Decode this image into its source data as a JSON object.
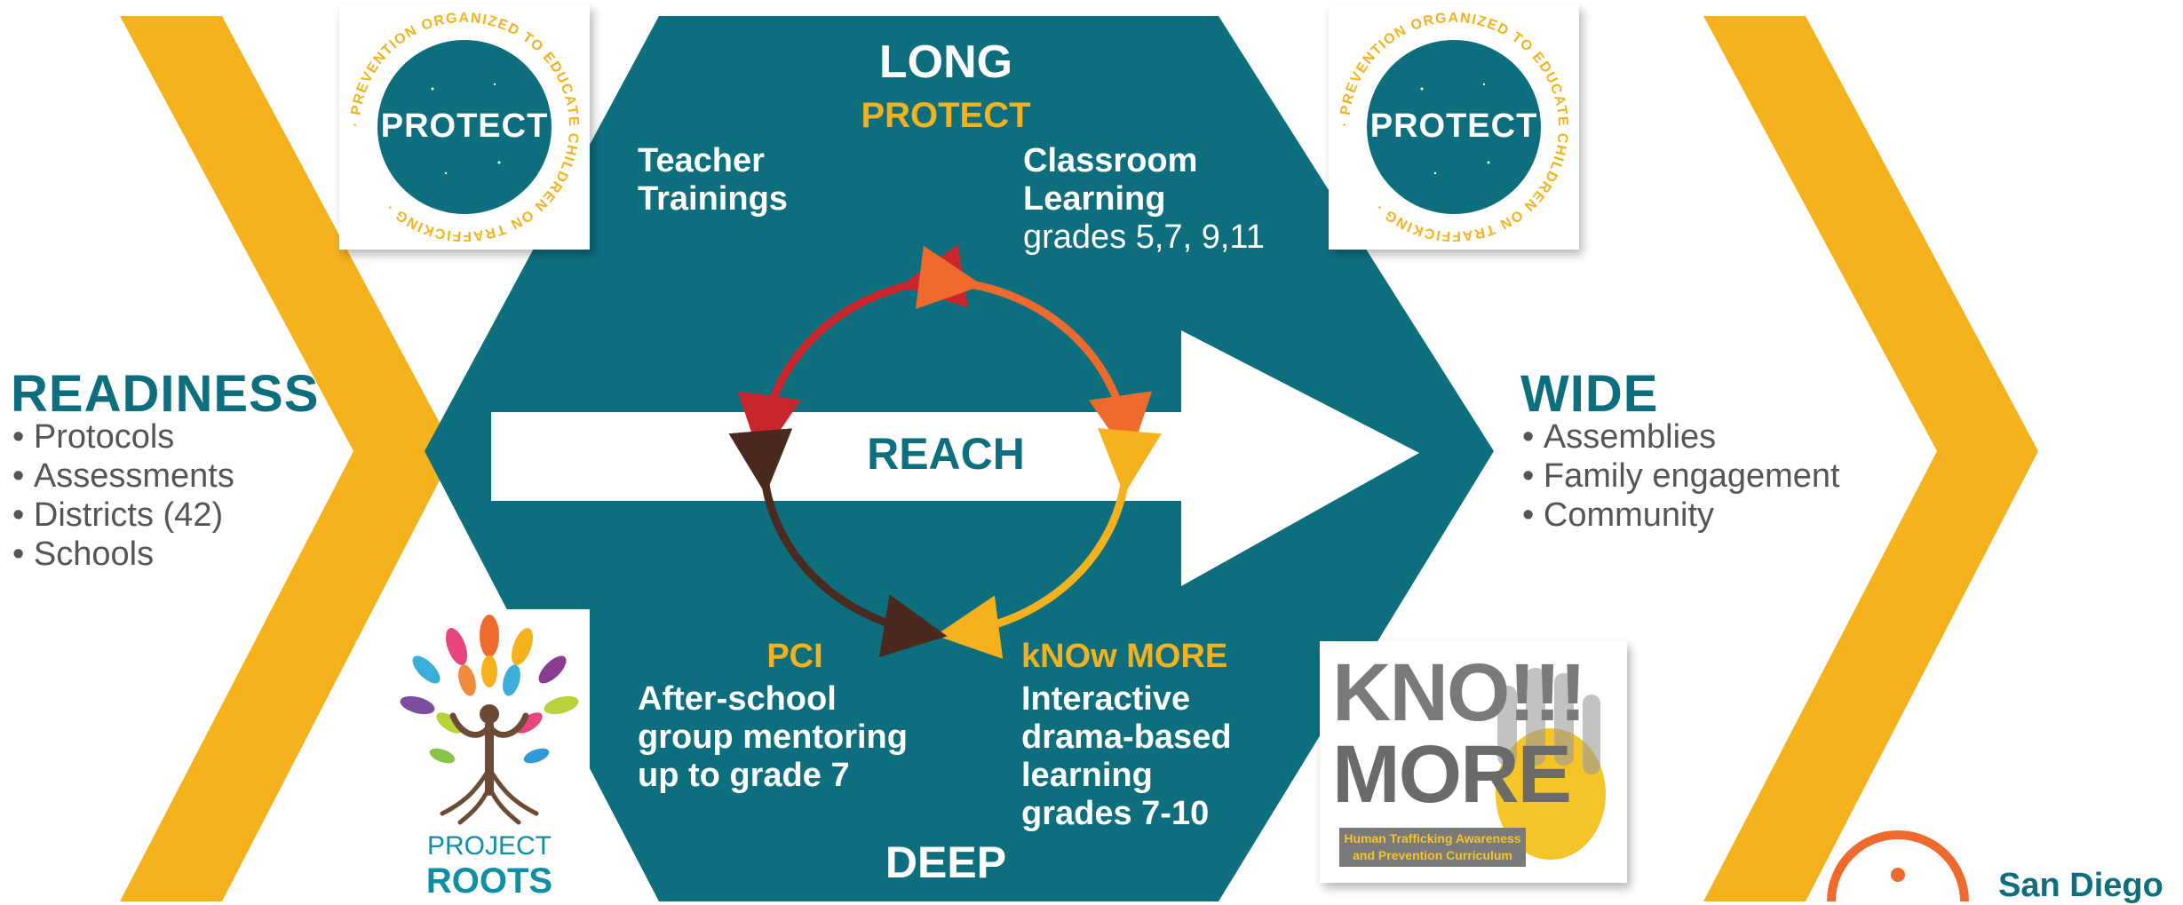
{
  "center": {
    "top_label": "LONG",
    "bottom_label": "DEEP",
    "reach_label": "REACH"
  },
  "readiness": {
    "title": "READINESS",
    "items": [
      "Protocols",
      "Assessments",
      "Districts (42)",
      "Schools"
    ]
  },
  "wide": {
    "title": "WIDE",
    "items": [
      "Assemblies",
      "Family engagement",
      "Community"
    ]
  },
  "quadrants": {
    "protect": {
      "label": "PROTECT"
    },
    "teacher": {
      "line1": "Teacher",
      "line2": "Trainings"
    },
    "classroom": {
      "line1": "Classroom",
      "line2": "Learning",
      "line3": "grades 5,7, 9,11"
    },
    "pci": {
      "label": "PCI",
      "line1": "After-school",
      "line2": "group mentoring",
      "line3": "up to grade 7"
    },
    "knowmore": {
      "label": "kNOw MORE",
      "line1": "Interactive",
      "line2": "drama-based",
      "line3": "learning",
      "line4": "grades 7-10"
    }
  },
  "logos": {
    "protect_left": {
      "center_text": "PROTECT",
      "ring_text": "· PREVENTION ORGANIZED TO EDUCATE CHILDREN ON TRAFFICKING ·"
    },
    "protect_right": {
      "center_text": "PROTECT",
      "ring_text": "· PREVENTION ORGANIZED TO EDUCATE CHILDREN ON TRAFFICKING ·"
    },
    "roots": {
      "line1": "PROJECT",
      "line2": "ROOTS"
    },
    "knomore": {
      "line1": "KNO!!!",
      "line2": "MORE",
      "banner1": "Human Trafficking Awareness",
      "banner2": "and Prevention Curriculum"
    },
    "sandiego": {
      "text": "San Diego"
    }
  },
  "colors": {
    "teal": "#0d6f7e",
    "gold": "#f5b21c",
    "red": "#c8262c",
    "orange": "#ee6a2d",
    "brown": "#4a2a1e"
  }
}
